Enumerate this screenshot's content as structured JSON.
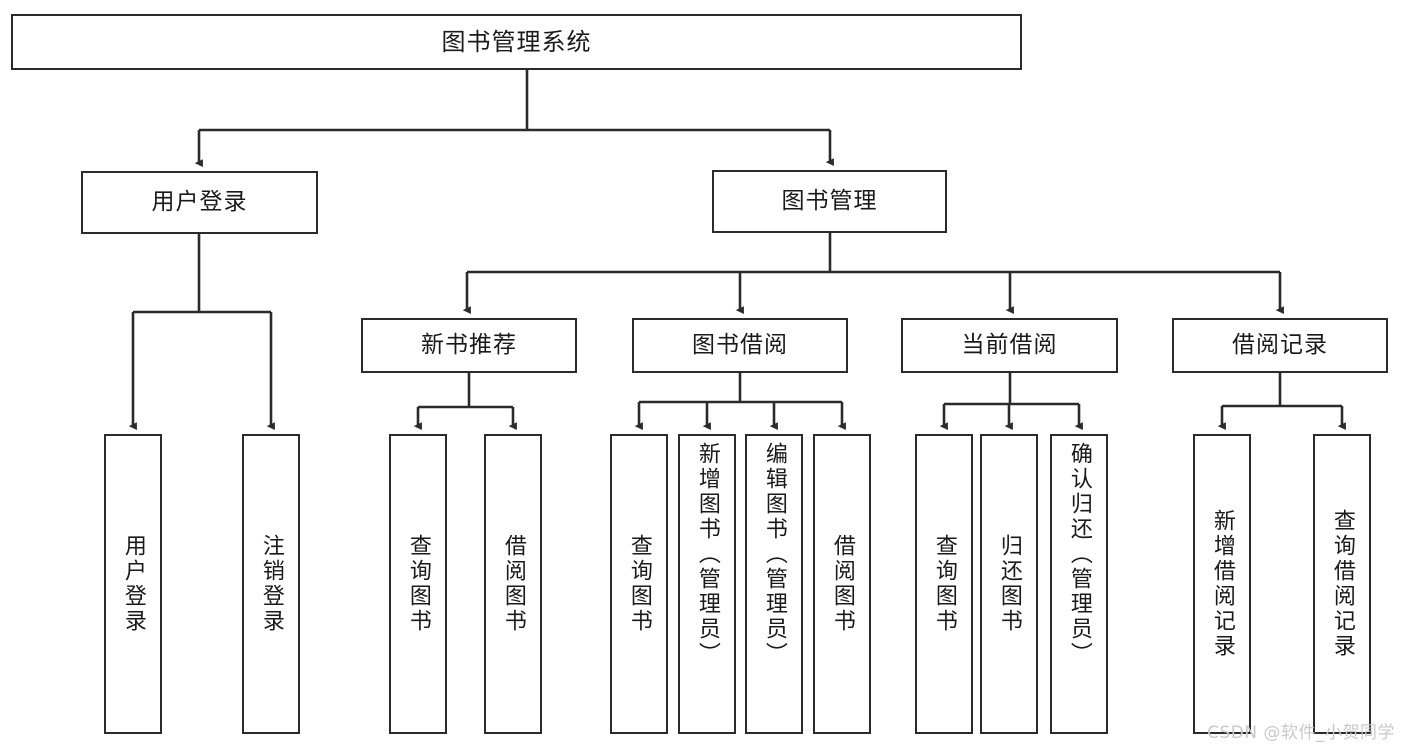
{
  "diagram": {
    "title": "图书管理系统",
    "type": "tree-hierarchy",
    "colors": {
      "stroke": "#2b2b2b",
      "fill": "#ffffff",
      "text": "#1a1a1a",
      "watermark": "#c9c9c9"
    },
    "root": {
      "label": "图书管理系统"
    },
    "level2": [
      {
        "label": "用户登录"
      },
      {
        "label": "图书管理"
      }
    ],
    "level3": [
      {
        "label": "新书推荐"
      },
      {
        "label": "图书借阅"
      },
      {
        "label": "当前借阅"
      },
      {
        "label": "借阅记录"
      }
    ],
    "leaves": {
      "user_login": [
        {
          "label": "用户登录"
        },
        {
          "label": "注销登录"
        }
      ],
      "new_book": [
        {
          "label": "查询图书"
        },
        {
          "label": "借阅图书"
        }
      ],
      "borrow_book": [
        {
          "label": "查询图书"
        },
        {
          "label": "新增图书（管理员）"
        },
        {
          "label": "编辑图书（管理员）"
        },
        {
          "label": "借阅图书"
        }
      ],
      "current_borrow": [
        {
          "label": "查询图书"
        },
        {
          "label": "归还图书"
        },
        {
          "label": "确认归还（管理员）"
        }
      ],
      "borrow_record": [
        {
          "label": "新增借阅记录"
        },
        {
          "label": "查询借阅记录"
        }
      ]
    },
    "watermark": "CSDN @软件_小贺同学"
  }
}
